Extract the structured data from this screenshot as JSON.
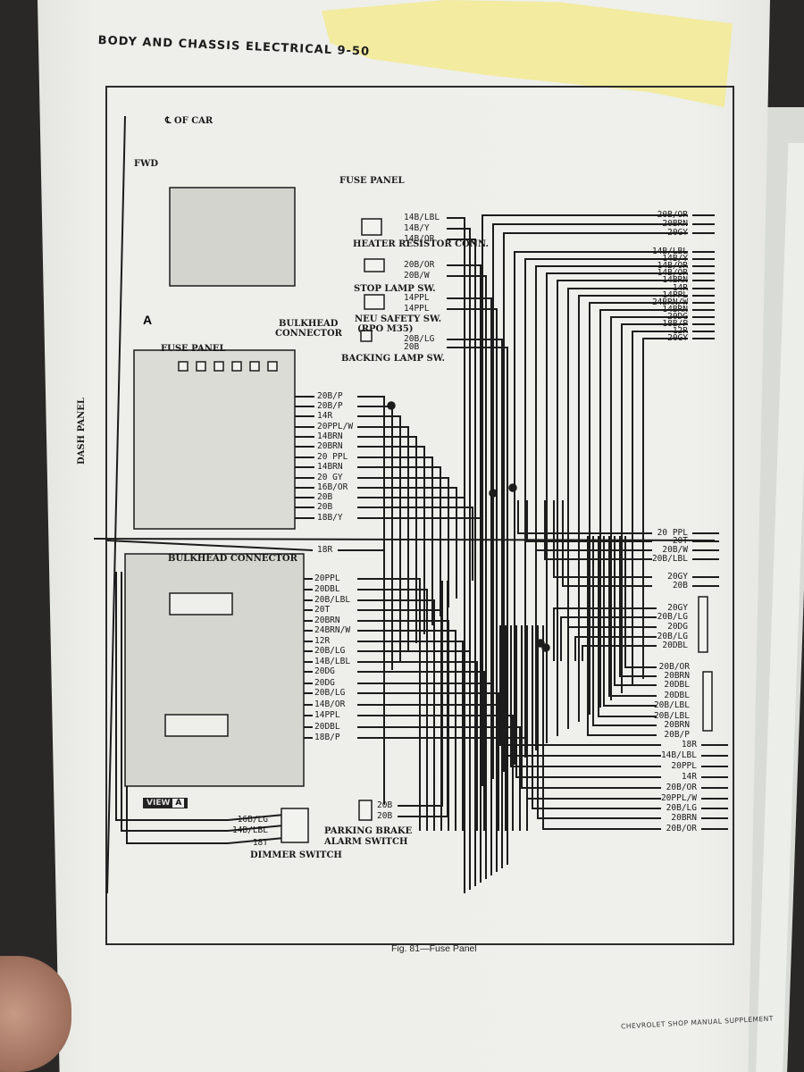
{
  "page": {
    "header": "BODY AND CHASSIS ELECTRICAL 9-50",
    "figure_caption": "Fig. 81—Fuse Panel",
    "footer": "CHEVROLET SHOP MANUAL SUPPLEMENT"
  },
  "diagram": {
    "top_callouts": {
      "car_center": "℄ OF CAR",
      "fwd": "FWD",
      "fuse_panel": "FUSE PANEL",
      "bulkhead": "BULKHEAD",
      "connector": "CONNECTOR",
      "view_marker": "A"
    },
    "component_labels": {
      "dash_panel": "DASH PANEL",
      "fuse_panel": "FUSE PANEL",
      "bulkhead_connector": "BULKHEAD CONNECTOR",
      "heater_resistor": "HEATER RESISTOR CONN.",
      "stop_lamp": "STOP LAMP SW.",
      "neu_safety": "NEU SAFETY SW.",
      "rpo": "(RPO  M35)",
      "backing_lamp": "BACKING LAMP SW.",
      "parking_brake": "PARKING BRAKE",
      "alarm_switch": "ALARM SWITCH",
      "dimmer_switch": "DIMMER SWITCH",
      "view_label": "VIEW",
      "view_letter": "A"
    },
    "upper_switch_wires": [
      "14B/LBL",
      "14B/Y",
      "14B/OR",
      "20B/OR",
      "20B/W",
      "14PPL",
      "14PPL",
      "20B/LG",
      "20B"
    ],
    "right_top_wires": [
      "20B/OR",
      "20BRN",
      "20GY",
      "14B/LBL",
      "14B/Y",
      "14B/OR",
      "14B/OR",
      "14BRN",
      "14R",
      "14PPL",
      "24BRN/W",
      "14BRN",
      "20DG",
      "18B/P",
      "12R",
      "20GY"
    ],
    "fuse_panel_wires": [
      "20B/P",
      "20B/P",
      "14R",
      "20PPL/W",
      "14BRN",
      "20BRN",
      "20 PPL",
      "14BRN",
      "20 GY",
      "16B/OR",
      "20B",
      "20B",
      "18B/Y"
    ],
    "middle_wire": "18R",
    "right_middle_wires": [
      "20 PPL",
      "20T",
      "20B/W",
      "20B/LBL",
      "20GY",
      "20B"
    ],
    "right_connector_a": [
      "20GY",
      "20B/LG",
      "20DG",
      "20B/LG",
      "20DBL"
    ],
    "bulkhead_wires": [
      "20PPL",
      "20DBL",
      "20B/LBL",
      "20T",
      "20BRN",
      "24BRN/W",
      "12R",
      "20B/LG",
      "14B/LBL",
      "20DG",
      "20DG",
      "20B/LG",
      "14B/OR",
      "14PPL",
      "20DBL",
      "18B/P"
    ],
    "right_connector_b": [
      "20B/OR",
      "20BRN",
      "20DBL",
      "20DBL",
      "20B/LBL",
      "20B/LBL",
      "20BRN",
      "20B/P"
    ],
    "right_bottom_wires": [
      "18R",
      "14B/LBL",
      "20PPL",
      "14R",
      "20B/OR",
      "20PPL/W",
      "20B/LG",
      "20BRN",
      "20B/OR"
    ],
    "parking_brake_wires": [
      "20B",
      "20B"
    ],
    "dimmer_wires": [
      "16B/LG",
      "14B/LBL",
      "18T"
    ]
  }
}
